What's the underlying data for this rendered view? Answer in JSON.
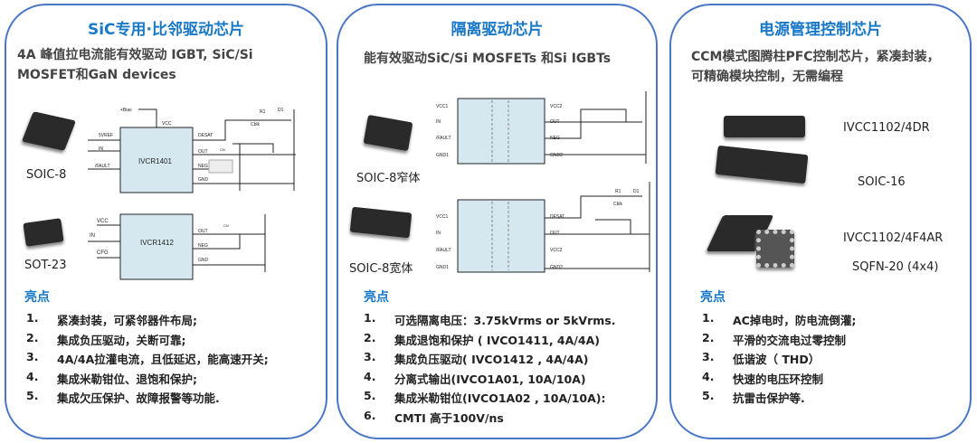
{
  "cards": [
    {
      "title": "SiC专用·比邻驱动芯片",
      "subtitle_lines": [
        "4A 峰值拉电流能有效驱动 IGBT, SiC/Si",
        "MOSFET和GaN devices"
      ],
      "packages": [
        "SOIC-8",
        "SOT-23"
      ],
      "schematics": [
        {
          "chip": "IVCR1401",
          "pins_left": [
            "5VREF",
            "IN",
            "/FAULT"
          ],
          "pins_right": [
            "DESAT",
            "OUT",
            "NEG",
            "GND"
          ],
          "top": "VCC",
          "bias": "+Bias",
          "parts": [
            "R1",
            "D1",
            "Cblk",
            "CN"
          ]
        },
        {
          "chip": "IVCR1412",
          "pins_left": [
            "VCC",
            "IN",
            "CFG"
          ],
          "pins_right": [
            "OUT",
            "NEG",
            "GND"
          ],
          "parts": [
            "CN"
          ]
        }
      ],
      "highlights_label": "亮点",
      "highlights": [
        [
          "1.",
          "紧凑封装，可紧邻器件布局;"
        ],
        [
          "2.",
          "集成负压驱动，关断可靠;"
        ],
        [
          "3.",
          "4A/4A拉灌电流，且低延迟，能高速开关;"
        ],
        [
          "4.",
          "集成米勒钳位、退饱和保护;"
        ],
        [
          "5.",
          "集成欠压保护、故障报警等功能."
        ]
      ]
    },
    {
      "title": "隔离驱动芯片",
      "subtitle_lines": [
        "能有效驱动SiC/Si MOSFETs 和Si IGBTs"
      ],
      "packages": [
        "SOIC-8窄体",
        "SOIC-8宽体"
      ],
      "schematics": [
        {
          "pins_left": [
            "VCC1",
            "IN",
            "/FAULT",
            "GND1"
          ],
          "pins_right": [
            "VCC2",
            "OUT",
            "NEG",
            "GND2"
          ]
        },
        {
          "pins_left": [
            "VCC1",
            "IN",
            "/FAULT",
            "GND1"
          ],
          "pins_right": [
            "DESAT",
            "OUT",
            "VCC2",
            "GND2"
          ],
          "parts": [
            "R1",
            "D1",
            "Cblk"
          ]
        }
      ],
      "highlights_label": "亮点",
      "highlights": [
        [
          "1.",
          "可选隔离电压：3.75kVrms or 5kVrms."
        ],
        [
          "2.",
          "集成退饱和保护 ( IVCO1411, 4A/4A)"
        ],
        [
          "3.",
          "集成负压驱动( IVCO1412 , 4A/4A)"
        ],
        [
          "4.",
          "分离式输出(IVCO1A01, 10A/10A)"
        ],
        [
          "5.",
          "集成米勒钳位(IVCO1A02 , 10A/10A):"
        ],
        [
          "6.",
          "CMTI 高于100V/ns"
        ]
      ]
    },
    {
      "title": "电源管理控制芯片",
      "subtitle_lines": [
        "CCM模式图腾柱PFC控制芯片，紧凑封装，",
        "可精确模块控制，无需编程"
      ],
      "parts": [
        "IVCC1102/4DR",
        "SOIC-16",
        "IVCC1102/4F4AR",
        "SQFN-20 (4x4)"
      ],
      "highlights_label": "亮点",
      "highlights": [
        [
          "1.",
          "AC掉电时，防电流倒灌;"
        ],
        [
          "2.",
          "平滑的交流电过零控制"
        ],
        [
          "3.",
          "低谐波（ THD）"
        ],
        [
          "4.",
          "快速的电压环控制"
        ],
        [
          "5.",
          "抗雷击保护等."
        ]
      ]
    }
  ],
  "colors": {
    "border": "#4a76c6",
    "title": "#1878c8",
    "chip_fill": "#d5e8f0"
  }
}
